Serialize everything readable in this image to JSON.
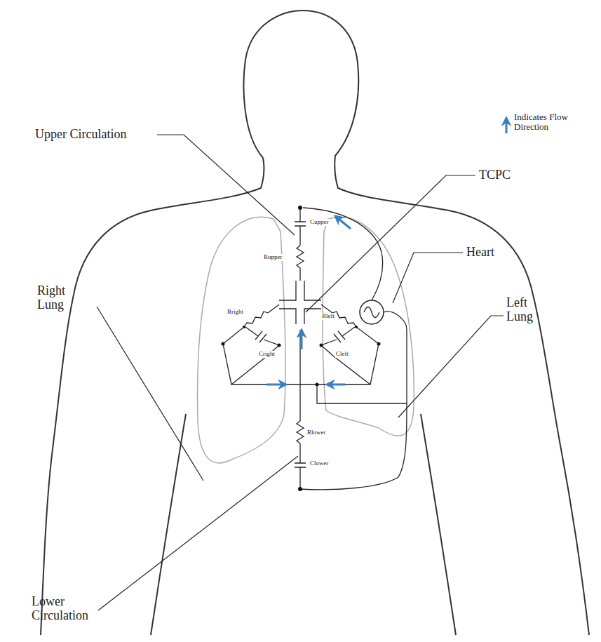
{
  "diagram": {
    "labels": [
      "Indicates Flow Direction",
      "Upper Circulation",
      "TCPC",
      "Heart",
      "Right Lung",
      "Left Lung",
      "Lower Circulation",
      "Cupper",
      "Rupper",
      "Rright",
      "Cright",
      "Rleft",
      "Cleft",
      "Rlower",
      "Clower"
    ]
  }
}
